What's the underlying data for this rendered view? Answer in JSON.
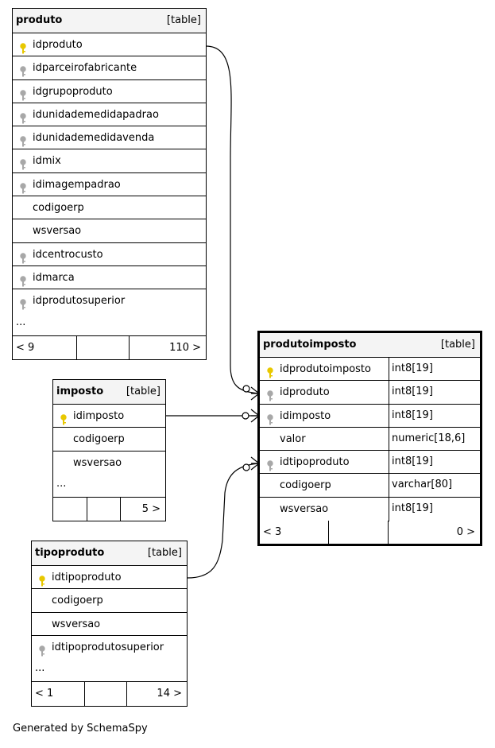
{
  "tables": {
    "produto": {
      "name": "produto",
      "type": "[table]",
      "columns": [
        {
          "name": "idproduto",
          "key": "primary"
        },
        {
          "name": "idparceirofabricante",
          "key": "foreign"
        },
        {
          "name": "idgrupoproduto",
          "key": "foreign"
        },
        {
          "name": "idunidademedidapadrao",
          "key": "foreign"
        },
        {
          "name": "idunidademedidavenda",
          "key": "foreign"
        },
        {
          "name": "idmix",
          "key": "foreign"
        },
        {
          "name": "idimagempadrao",
          "key": "foreign"
        },
        {
          "name": "codigoerp",
          "key": "none"
        },
        {
          "name": "wsversao",
          "key": "none"
        },
        {
          "name": "idcentrocusto",
          "key": "foreign"
        },
        {
          "name": "idmarca",
          "key": "foreign"
        },
        {
          "name": "idprodutosuperior",
          "key": "foreign"
        }
      ],
      "more": "...",
      "footer": {
        "parents": "< 9",
        "middle": "",
        "children": "110 >"
      }
    },
    "imposto": {
      "name": "imposto",
      "type": "[table]",
      "columns": [
        {
          "name": "idimposto",
          "key": "primary"
        },
        {
          "name": "codigoerp",
          "key": "none"
        },
        {
          "name": "wsversao",
          "key": "none"
        }
      ],
      "more": "...",
      "footer": {
        "parents": "",
        "middle": "",
        "children": "5 >"
      }
    },
    "tipoproduto": {
      "name": "tipoproduto",
      "type": "[table]",
      "columns": [
        {
          "name": "idtipoproduto",
          "key": "primary"
        },
        {
          "name": "codigoerp",
          "key": "none"
        },
        {
          "name": "wsversao",
          "key": "none"
        },
        {
          "name": "idtipoprodutosuperior",
          "key": "foreign"
        }
      ],
      "more": "...",
      "footer": {
        "parents": "< 1",
        "middle": "",
        "children": "14 >"
      }
    },
    "produtoimposto": {
      "name": "produtoimposto",
      "type": "[table]",
      "columns": [
        {
          "name": "idprodutoimposto",
          "datatype": "int8[19]",
          "key": "primary"
        },
        {
          "name": "idproduto",
          "datatype": "int8[19]",
          "key": "foreign"
        },
        {
          "name": "idimposto",
          "datatype": "int8[19]",
          "key": "foreign"
        },
        {
          "name": "valor",
          "datatype": "numeric[18,6]",
          "key": "none"
        },
        {
          "name": "idtipoproduto",
          "datatype": "int8[19]",
          "key": "foreign"
        },
        {
          "name": "codigoerp",
          "datatype": "varchar[80]",
          "key": "none"
        },
        {
          "name": "wsversao",
          "datatype": "int8[19]",
          "key": "none"
        }
      ],
      "footer": {
        "parents": "< 3",
        "middle": "",
        "children": "0 >"
      }
    }
  },
  "relationships": [
    {
      "from": "produto.idproduto",
      "to": "produtoimposto.idproduto"
    },
    {
      "from": "imposto.idimposto",
      "to": "produtoimposto.idimposto"
    },
    {
      "from": "tipoproduto.idtipoproduto",
      "to": "produtoimposto.idtipoproduto"
    }
  ],
  "colors": {
    "primary_key": "#e8c800",
    "foreign_key": "#a8a8a8",
    "header_bg": "#f4f4f4"
  },
  "credit": "Generated by SchemaSpy"
}
